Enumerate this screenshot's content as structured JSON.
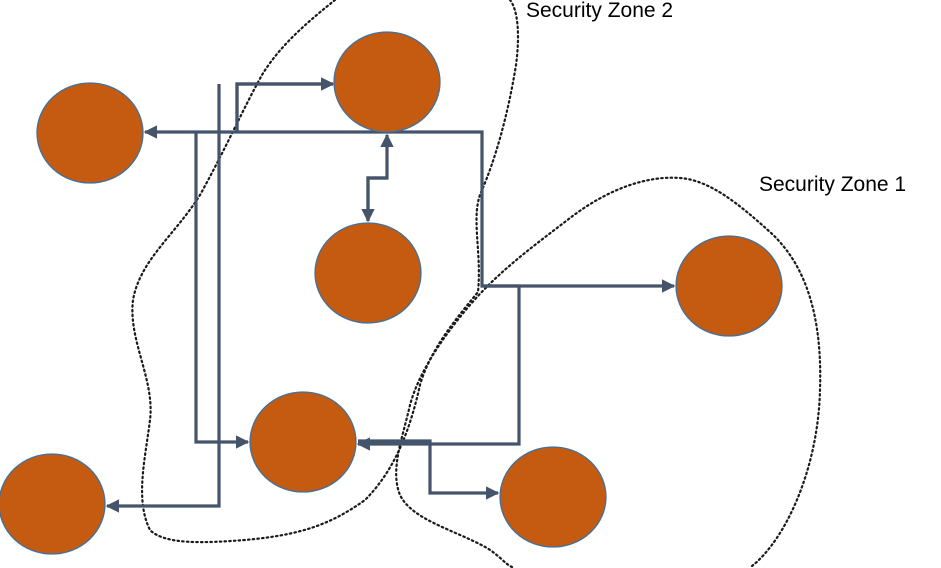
{
  "diagram": {
    "zones": [
      {
        "id": "zone-2",
        "label": "Security Zone 2"
      },
      {
        "id": "zone-1",
        "label": "Security Zone 1"
      }
    ],
    "nodes": [
      {
        "id": "n1"
      },
      {
        "id": "n2"
      },
      {
        "id": "n3"
      },
      {
        "id": "n4"
      },
      {
        "id": "n5"
      },
      {
        "id": "n6"
      },
      {
        "id": "n7"
      },
      {
        "id": "n8"
      }
    ],
    "connections": [
      {
        "id": "c1",
        "from": "n2",
        "to": "n1"
      },
      {
        "id": "c2",
        "from": "n1",
        "to": "n5"
      },
      {
        "id": "c3",
        "from": "n3",
        "to": "n4"
      },
      {
        "id": "c4",
        "from": "n6",
        "to": "n2"
      },
      {
        "id": "c5",
        "from": "n3",
        "to": "n6"
      },
      {
        "id": "c6",
        "from": "n7",
        "to": "n5"
      },
      {
        "id": "c7",
        "from": "n5",
        "to": "n7"
      },
      {
        "id": "c8",
        "from": "n6",
        "to": "n8"
      }
    ],
    "colors": {
      "node_fill": "#c55a11",
      "node_stroke": "#41719c",
      "link": "#44546a",
      "zone_outline": "#1a1a1a",
      "label_text": "#000000"
    }
  }
}
